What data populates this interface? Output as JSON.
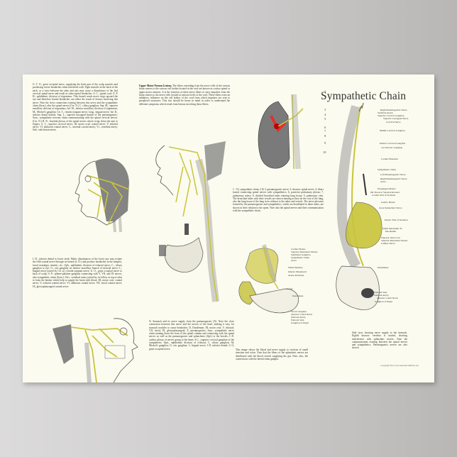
{
  "poster": {
    "title": "Sympathetic Chain",
    "background_color": "#fcfbef",
    "nerve_color": "#c9c43a",
    "copyright": "Copyright 2014 www.AnatomicalPrints.com"
  },
  "text_blocks": {
    "top_left": "G. T. O., great occipital nerve, supplying the back part of the scalp muscles and producing severe headaches when interfered with. Tight muscles in the back of the neck, or a twist between the atlas and axis may cause a disturbance of the 2nd cervical spinal nerve and result in suboccipital headaches. S. C., spinal cord; O. P. H., ophthalmic division of trigeminus. This branch sends nerve twigs upward the eye and therefore frontal headaches can affect the result of lesions involving this nerve. Note the close connection existing between this nerve and the sympathetic chain (Sym.), also the spinal nerves (Cer. N.) C. ciliary ganglion; Sup. M., superior maxillary division of trigeminus; Inf. M., inferior maxillary division of trigeminus; M., Meckel's ganglion; Ch. T., chorda tympani nerve; Ling., lingual nerve; Inf. D., inferior dental branch; Sup. L., superior laryngeal branch of the pneumogastric; Sym., sympathetic nervous chain communicating with the spinal cervical nerves. (Cer. N.) B. N., brachial plexus of the spinal nerves whose twigs down the arm to fingers. S. C., superior cervical nerve; III, motor ocul; cranial nerve; V, trifacial nerve; VI, abducent cranial nerve; C., internal carotid artery; Vt., vertebral artery; Sub., subclavian artery.",
    "upper_motor_heading": "Upper Motor Neuron Lesions.",
    "upper_motor": "The fibers extending from the nerve cells of the various brain centers to the various cell bodies located in the cord are known as cortico-spinal or upper motor neurons. It is the function of these nerve fibers to carry impulses from the brain centers to the nerve cells located at various levels of the cord. These fibers exert an inhibitory influence on the cell bodies of the cord from which impulses are sent to peripheral structures. This fact should be borne in mind in order to understand the different symptoms which result from lesions involving these fibers.",
    "lung_caption": "1 - 10, sympathetic chain; 2 & 3, pneumogastric nerve; 3, thoracic spinal nerve; 4, fibers (rami) connecting spinal nerves with sympathetics; 6, posterior pulmonary plexus; 7, pulmonary artery; 8, divided bronchial tubes entering lung tissue; 9, pulmonary vein. The bronchial tubes with their vessels are shown fanning as they do the root of the lung, also the lung tissue of the lung in its relation to the tubes and vessels. The nerve plexuses formed by the pneumogastric and sympathetics, which are distributed to these tubes, are shown in their relation to the spine. Note also the spinal nerves and their communication with the sympathetic chain.",
    "middle_left": "I. D., inferior dental to lower teeth. Pathic disturbances of the lower jaw may irritate the fifth cranial nerve through its branch (I. D.) and produce headaches in the temples, facial neuralgia, neuritis, etc. Oph., ophthalmic division of trifacial nerve; C., ciliary ganglion to eye; O., otic ganglion on inferior maxillary branch of trifacial nerve; L., lingual nerve joined by Ch. ty.) chorda tympani nerve; G. O., great occipital nerve to back of scalp; S. P., spheno-palatine ganglion connecting with V, VII, and IX nerves, also sympathetic chain (Sym.); Vert., vertebral artery joined by its fellow at top of atlas to form the basilar which help to supply the brain with blood. III, motor ocul. cranial nerve; V, trifacial cranial nerve; VI, abducent cranial nerve; VII, facial cranial nerve; IX, glossopharyngeal cranial nerve.",
    "stomach_caption": "N, Stomach and its nerve supply from the pneumogastric (X). Note the close connection between this nerve and the nerves of the head, making it easy for stomach troubles to cause headaches. D, Duodenum; III, motor ocul; V, trifacial; VII, facial; IX, glossopharyngeal; X, pneumogastric; Sym., sympathetic nerve chain running down the front of the spinal column and connecting with the spinal nerves as well as the pneumogastric and splanchnics (Spl.) to the bowels; C.P., cardiac plexus of nerves going to the heart; S.C., superior cervical ganglion of the sympathetic; Oph., ophthalmic division of trifacial; C, ciliary ganglion; M, Meckel's ganglion; O, otic ganglion; L, lingual nerve; I D, inferior dental; G O, great occipital nerve.",
    "intestine_caption": "This image shows the blood and nerve supply to sections of small intestine and colon. Note that the fibers of the splanchnic nerves are distributed with the blood vessels supplying the gut. Note, also, the connections with the lateral chain ganglia.",
    "right_caption": "Side view showing nerve supply to the stomach. Eighth thoracic vertebra is rotated, showing interference with splanchnic nerves. Note the communication existing between the spinal nerves and sympathetics. Pneumogastric nerves are also shown."
  },
  "lung_numbers": [
    "1",
    "2",
    "3",
    "4",
    "5",
    "6",
    "7",
    "8",
    "9",
    "10"
  ],
  "sympathetic_labels": [
    "Right Pneumogastric Nerve",
    "Vertebral Artery",
    "Superior Cervical Ganglion",
    "Superior Laryngeal Nerve",
    "Cervical Nerve",
    "Middle Cervical Ganglion",
    "Inferior Cervical Ganglion",
    "1st Thoracic Ganglion",
    "Cardiac Branches",
    "Sympathetic Chain",
    "Left Pneumogastric Nerve",
    "Right Pneumogastric Nerve",
    "Aorta",
    "Esophageal Plexus",
    "8th Thoracic Vertebra Rotated",
    "Cardiac End of Stomach",
    "Gastric Plexus",
    "Great Splanchnic Nerve",
    "Pyloric End of Stomach",
    "Small Splanchnic N.",
    "Duodenum",
    "Superior Vena Cava",
    "Superior Mesenteric Plexus",
    "Lumbar Nerve",
    "Innominate",
    "Femoral Vein",
    "Femoral Artery",
    "Anterior Crural Nerve",
    "Ganglion of Impar"
  ],
  "intestine_labels": [
    "Cardiac Plexus",
    "Superior Mesenteric Plexus",
    "Semilunar Ganglion",
    "Sympathetic Chain",
    "Aorta",
    "Small Intestine",
    "Inferior Mesenteric",
    "Artery & Plexus",
    "Colon",
    "Innominate",
    "Sacral Ganglion",
    "Anterior Crural Nerve",
    "Femoral Artery",
    "Femoral Vein",
    "Ganglion of Impar"
  ]
}
